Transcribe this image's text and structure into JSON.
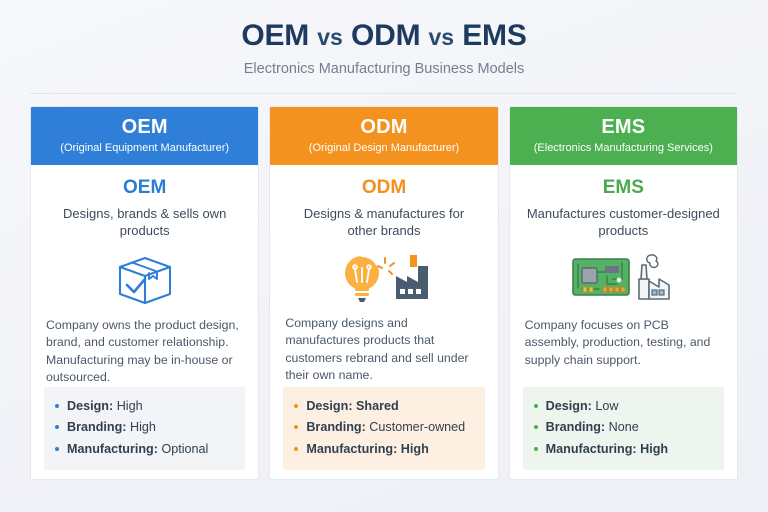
{
  "header": {
    "title_part1": "OEM",
    "title_vs1": "vs",
    "title_part2": "ODM",
    "title_vs2": "vs",
    "title_part3": "EMS",
    "subtitle": "Electronics Manufacturing Business Models"
  },
  "colors": {
    "oem": "#2f7ed8",
    "odm": "#f4921f",
    "ems": "#4caf50",
    "title": "#1f3a5f",
    "background": "#f4f5f9"
  },
  "columns": [
    {
      "key": "oem",
      "abbr": "OEM",
      "full_name": "(Original Equipment Manufacturer)",
      "body_abbr": "OEM",
      "tagline": "Designs, brands & sells own products",
      "icon": "package-box-check-icon",
      "description": "Company owns the product design, brand, and customer relationship. Manufacturing may be in-house or outsourced.",
      "bullets": [
        {
          "label": "Design:",
          "value": "High",
          "value_bold": false
        },
        {
          "label": "Branding:",
          "value": "High",
          "value_bold": false
        },
        {
          "label": "Manufacturing:",
          "value": "Optional",
          "value_bold": false
        }
      ]
    },
    {
      "key": "odm",
      "abbr": "ODM",
      "full_name": "(Original Design Manufacturer)",
      "body_abbr": "ODM",
      "tagline": "Designs & manufactures for other brands",
      "icon": "lightbulb-factory-icon",
      "description": "Company designs and manufactures products that customers rebrand and sell under their own name.",
      "bullets": [
        {
          "label": "Design:",
          "value": "Shared",
          "value_bold": true
        },
        {
          "label": "Branding:",
          "value": "Customer-owned",
          "value_bold": false
        },
        {
          "label": "Manufacturing:",
          "value": "High",
          "value_bold": true
        }
      ]
    },
    {
      "key": "ems",
      "abbr": "EMS",
      "full_name": "(Electronics Manufacturing Services)",
      "body_abbr": "EMS",
      "tagline": "Manufactures customer-designed products",
      "icon": "circuit-board-factory-icon",
      "description": "Company focuses on PCB assembly, production, testing, and supply chain support.",
      "bullets": [
        {
          "label": "Design:",
          "value": "Low",
          "value_bold": false
        },
        {
          "label": "Branding:",
          "value": "None",
          "value_bold": false
        },
        {
          "label": "Manufacturing:",
          "value": "High",
          "value_bold": true
        }
      ]
    }
  ]
}
